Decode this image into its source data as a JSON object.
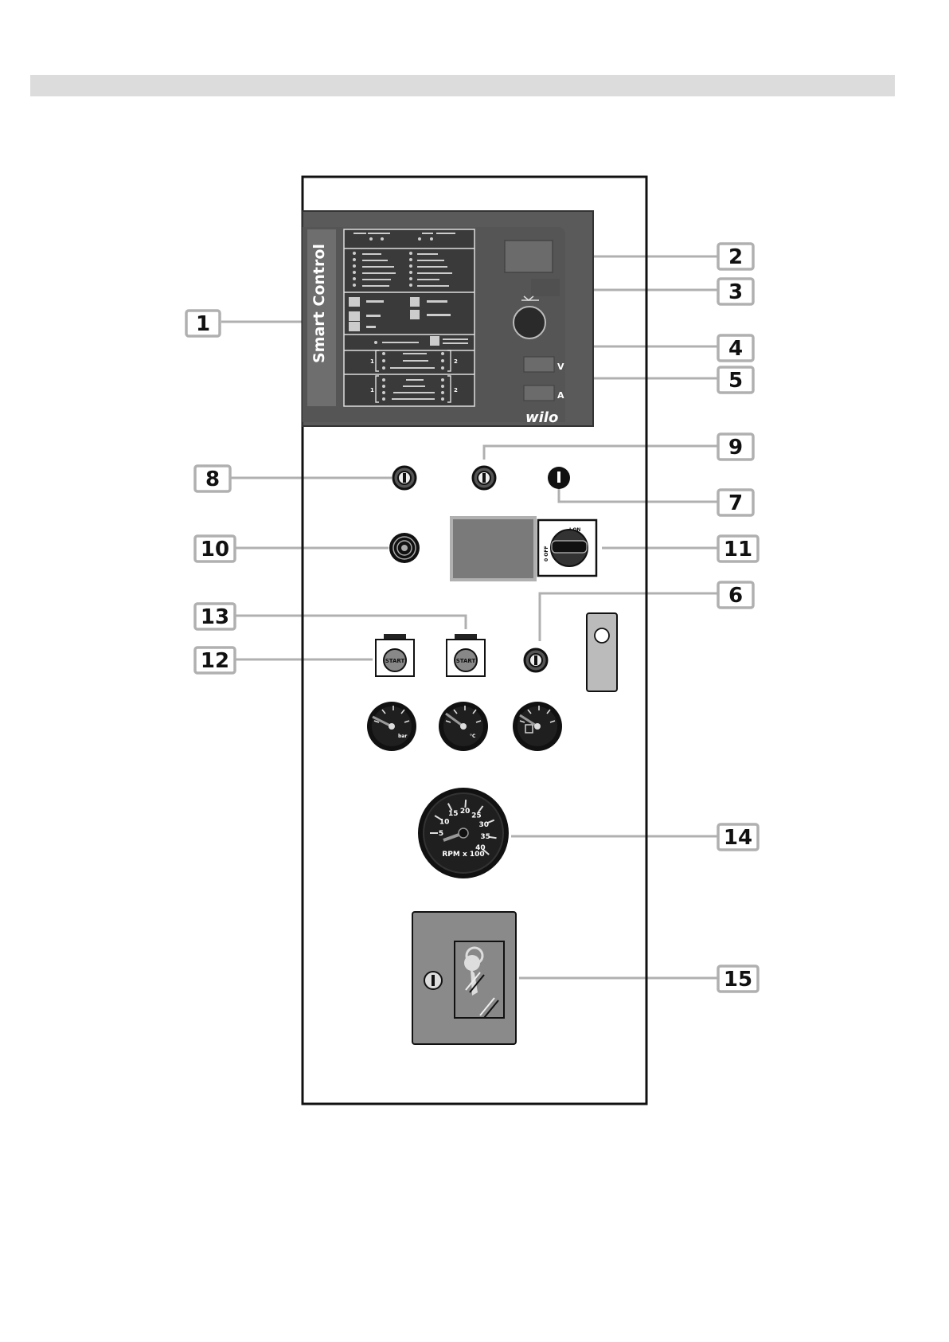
{
  "display": {
    "side_label": "Smart Control",
    "brand": "wilo",
    "volt_unit": "V",
    "amp_unit": "A"
  },
  "switch": {
    "top_label": "I ON",
    "side_label": "0 OFF"
  },
  "start_buttons": [
    "START",
    "START"
  ],
  "gauges": {
    "small": [
      {
        "unit": "bar"
      },
      {
        "unit": "°C"
      },
      {
        "unit": ""
      }
    ],
    "tach": {
      "ticks": [
        "5",
        "10",
        "15",
        "20",
        "25",
        "30",
        "35",
        "40"
      ],
      "label": "RPM x 100"
    }
  },
  "callouts": [
    {
      "number": "1"
    },
    {
      "number": "2"
    },
    {
      "number": "3"
    },
    {
      "number": "4"
    },
    {
      "number": "5"
    },
    {
      "number": "6"
    },
    {
      "number": "7"
    },
    {
      "number": "8"
    },
    {
      "number": "9"
    },
    {
      "number": "10"
    },
    {
      "number": "11"
    },
    {
      "number": "12"
    },
    {
      "number": "13"
    },
    {
      "number": "14"
    },
    {
      "number": "15"
    }
  ],
  "colors": {
    "display_bg": "#5a5a5a",
    "display_dark": "#3a3a3a",
    "callout_line": "#b0b0b0",
    "panel_border": "#111111",
    "switch_box": "#7a7a7a"
  }
}
